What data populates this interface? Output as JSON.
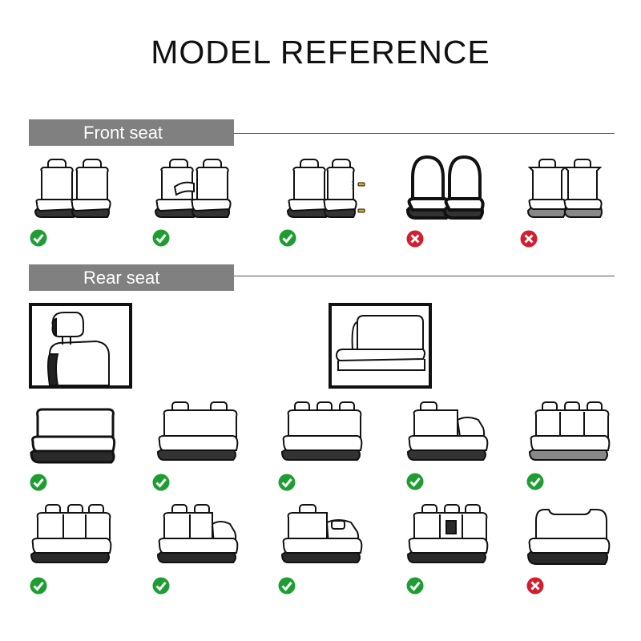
{
  "title": "MODEL REFERENCE",
  "sections": {
    "front": {
      "label": "Front seat"
    },
    "rear": {
      "label": "Rear seat"
    }
  },
  "status_colors": {
    "ok": "#1e9e32",
    "no": "#d21e2d"
  },
  "front_seats": [
    {
      "style": "pair-headrests",
      "compatible": true
    },
    {
      "style": "pair-with-armrest",
      "compatible": true
    },
    {
      "style": "pair-with-side-airbag-clips",
      "compatible": true
    },
    {
      "style": "pair-integrated-headrest",
      "compatible": false
    },
    {
      "style": "pair-sport-bolsters",
      "compatible": false
    }
  ],
  "rear_reference": [
    {
      "style": "headrest-detail"
    },
    {
      "style": "bench-outline"
    }
  ],
  "rear_seats_row1": [
    {
      "style": "bench-no-headrest",
      "compatible": true
    },
    {
      "style": "bench-2-headrests",
      "compatible": true
    },
    {
      "style": "bench-3-headrests",
      "compatible": true
    },
    {
      "style": "bench-split-armrest",
      "compatible": true
    },
    {
      "style": "bench-3-headrests-split",
      "compatible": true
    }
  ],
  "rear_seats_row2": [
    {
      "style": "bench-3-headrests-split-dark",
      "compatible": true
    },
    {
      "style": "bench-2-headrests-armrest",
      "compatible": true
    },
    {
      "style": "bench-1-headrest-armrest",
      "compatible": true
    },
    {
      "style": "bench-3-headrests-passthrough",
      "compatible": true
    },
    {
      "style": "bench-integrated-backrest",
      "compatible": false
    }
  ]
}
